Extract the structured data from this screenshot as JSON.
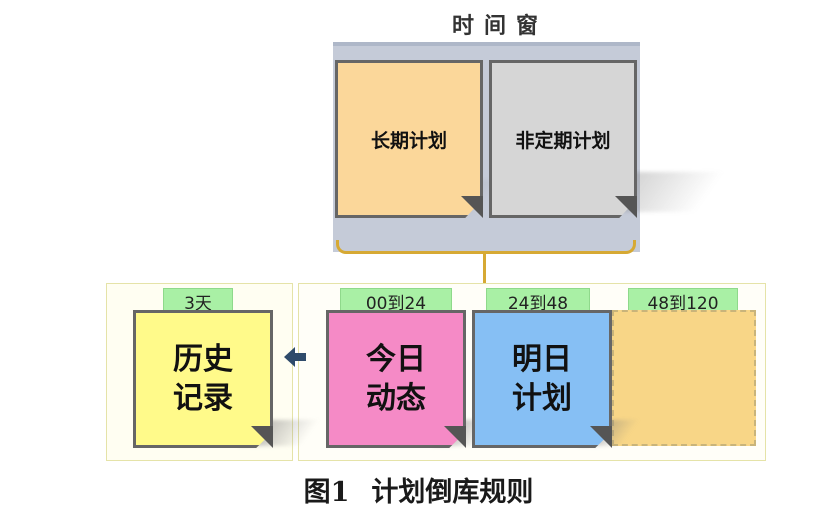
{
  "time_window": {
    "title": "时间窗",
    "cards": [
      {
        "label": "长期计划",
        "color": "#fbd79a"
      },
      {
        "label": "非定期计划",
        "color": "#d6d6d6"
      }
    ]
  },
  "history": {
    "tag": "3天",
    "card_line1": "历史",
    "card_line2": "记录",
    "color": "#fffa8a"
  },
  "today": {
    "tag": "00到24",
    "card_line1": "今日",
    "card_line2": "动态",
    "color": "#f58ac6"
  },
  "tomorrow": {
    "tag": "24到48",
    "card_line1": "明日",
    "card_line2": "计划",
    "color": "#86bff4"
  },
  "future": {
    "tag": "48到120",
    "color": "#f8d687"
  },
  "caption": {
    "figure_no": "图1",
    "text": "计划倒库规则"
  },
  "colors": {
    "tag_green": "#a9f0a5",
    "bracket": "#d6a934",
    "arrow": "#2f4b6b"
  }
}
